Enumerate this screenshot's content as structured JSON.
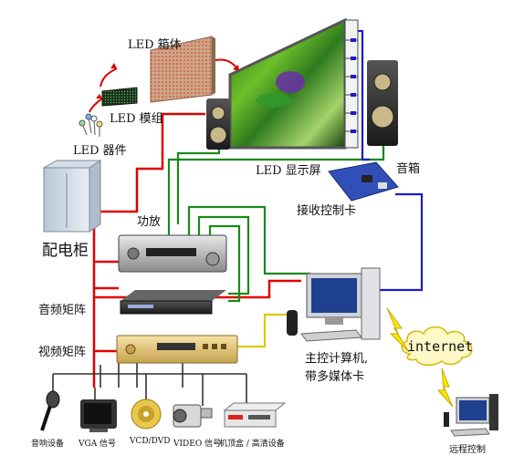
{
  "labels": {
    "led_box": "LED 箱体",
    "led_module": "LED 模组",
    "led_device": "LED 器件",
    "led_screen": "LED 显示屏",
    "speaker": "音箱",
    "receiver_card": "接收控制卡",
    "amplifier": "功放",
    "power_cabinet": "配电柜",
    "audio_matrix": "音频矩阵",
    "video_matrix": "视频矩阵",
    "host_computer_line1": "主控计算机,",
    "host_computer_line2": "带多媒体卡",
    "internet": "internet",
    "remote_control": "远程控制"
  },
  "sources": [
    {
      "label": "音响设备",
      "icon": "microphone-icon"
    },
    {
      "label": "VGA 信号",
      "icon": "tv-icon"
    },
    {
      "label": "VCD/DVD",
      "icon": "disc-icon"
    },
    {
      "label": "VIDEO 信号",
      "icon": "camcorder-icon"
    },
    {
      "label": "机顶盒 / 高清设备",
      "icon": "set-top-box-icon"
    }
  ],
  "colors": {
    "power_line": "#e00000",
    "audio_line": "#1a8a1a",
    "data_line": "#1a1acc",
    "video_line": "#e0c800",
    "signal_line": "#333333"
  }
}
